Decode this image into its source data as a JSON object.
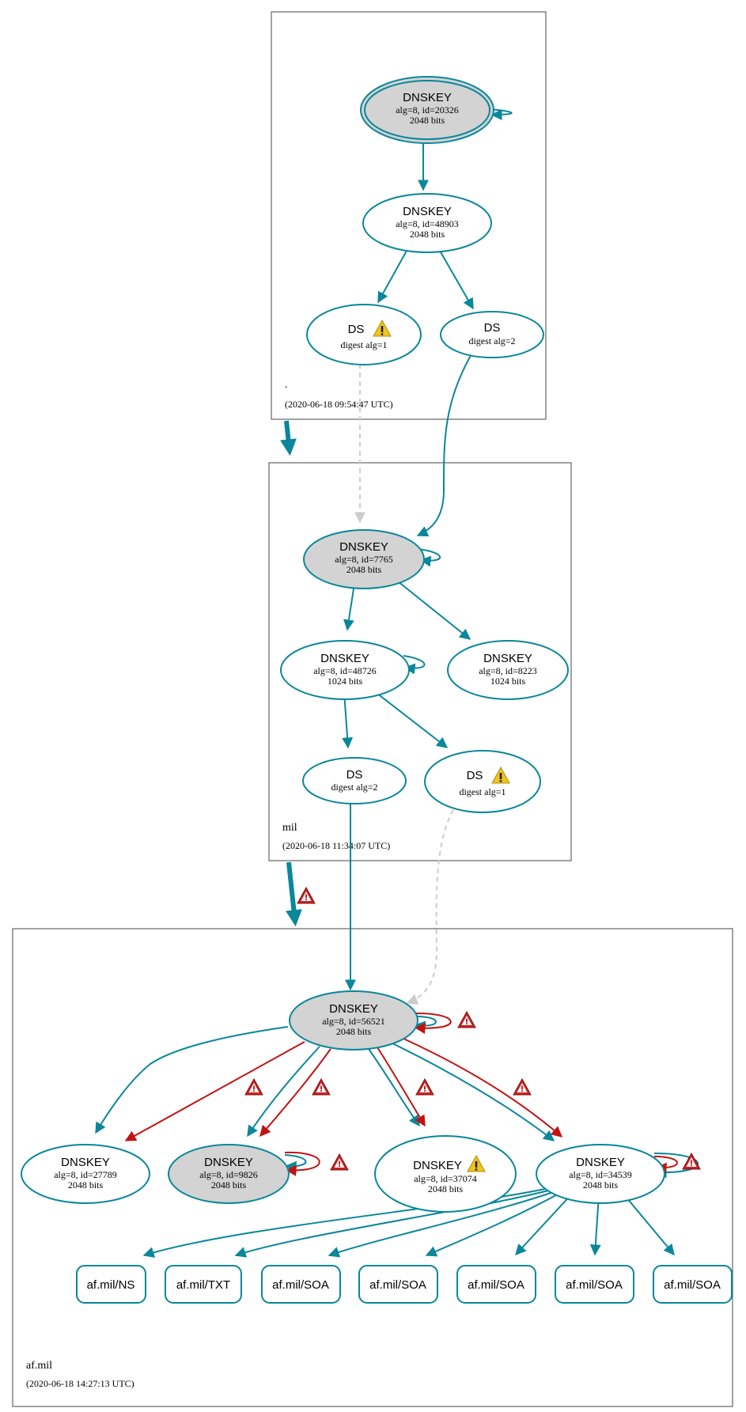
{
  "zones": {
    "root": {
      "name": ".",
      "timestamp": "(2020-06-18 09:54:47 UTC)"
    },
    "mil": {
      "name": "mil",
      "timestamp": "(2020-06-18 11:34:07 UTC)"
    },
    "afmil": {
      "name": "af.mil",
      "timestamp": "(2020-06-18 14:27:13 UTC)"
    }
  },
  "nodes": {
    "root_ksk": {
      "title": "DNSKEY",
      "line1": "alg=8, id=20326",
      "line2": "2048 bits"
    },
    "root_zsk": {
      "title": "DNSKEY",
      "line1": "alg=8, id=48903",
      "line2": "2048 bits"
    },
    "root_ds1": {
      "title": "DS",
      "line1": "digest alg=1"
    },
    "root_ds2": {
      "title": "DS",
      "line1": "digest alg=2"
    },
    "mil_ksk": {
      "title": "DNSKEY",
      "line1": "alg=8, id=7765",
      "line2": "2048 bits"
    },
    "mil_zsk1": {
      "title": "DNSKEY",
      "line1": "alg=8, id=48726",
      "line2": "1024 bits"
    },
    "mil_zsk2": {
      "title": "DNSKEY",
      "line1": "alg=8, id=8223",
      "line2": "1024 bits"
    },
    "mil_ds2": {
      "title": "DS",
      "line1": "digest alg=2"
    },
    "mil_ds1": {
      "title": "DS",
      "line1": "digest alg=1"
    },
    "af_ksk": {
      "title": "DNSKEY",
      "line1": "alg=8, id=56521",
      "line2": "2048 bits"
    },
    "af_k1": {
      "title": "DNSKEY",
      "line1": "alg=8, id=27789",
      "line2": "2048 bits"
    },
    "af_k2": {
      "title": "DNSKEY",
      "line1": "alg=8, id=9826",
      "line2": "2048 bits"
    },
    "af_k3": {
      "title": "DNSKEY",
      "line1": "alg=8, id=37074",
      "line2": "2048 bits"
    },
    "af_k4": {
      "title": "DNSKEY",
      "line1": "alg=8, id=34539",
      "line2": "2048 bits"
    }
  },
  "rrsets": [
    {
      "label": "af.mil/NS"
    },
    {
      "label": "af.mil/TXT"
    },
    {
      "label": "af.mil/SOA"
    },
    {
      "label": "af.mil/SOA"
    },
    {
      "label": "af.mil/SOA"
    },
    {
      "label": "af.mil/SOA"
    },
    {
      "label": "af.mil/SOA"
    }
  ],
  "colors": {
    "secure": "#0a879a",
    "bogus": "#c21212",
    "insecure_dashed": "#cccccc",
    "sep_fill": "#d3d3d3",
    "warning": "#f0c419",
    "error": "#cc2222"
  }
}
